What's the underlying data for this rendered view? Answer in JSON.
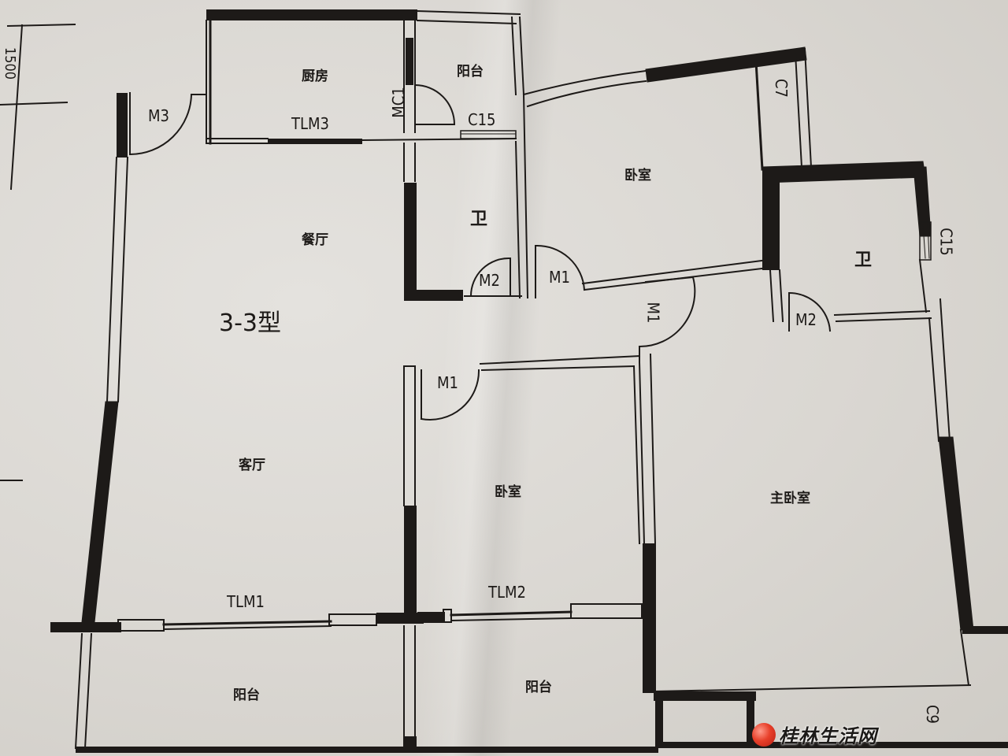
{
  "plan": {
    "unit_type": "3-3型",
    "dimension_label": "1500",
    "rooms": {
      "kitchen": "厨房",
      "kitchen_balcony": "阳台",
      "dining": "餐厅",
      "bath_left": "卫",
      "bedroom_top": "卧室",
      "bath_right": "卫",
      "living": "客厅",
      "bedroom_middle": "卧室",
      "master_bedroom": "主卧室",
      "balcony_left": "阳台",
      "balcony_middle": "阳台"
    },
    "openings": {
      "m3": "M3",
      "tlm3": "TLM3",
      "mc1": "MC1",
      "c15_top": "C15",
      "c7": "C7",
      "m2_left": "M2",
      "m1_top": "M1",
      "m1_corridor": "M1",
      "m1_bedroom": "M1",
      "c15_right": "C15",
      "m2_right": "M2",
      "tlm1": "TLM1",
      "tlm2": "TLM2",
      "c9": "C9"
    }
  },
  "watermark": {
    "text": "桂林生活网",
    "accent_color": "#e8402a"
  },
  "colors": {
    "paper": "#dedbd6",
    "ink": "#1d1a18"
  }
}
